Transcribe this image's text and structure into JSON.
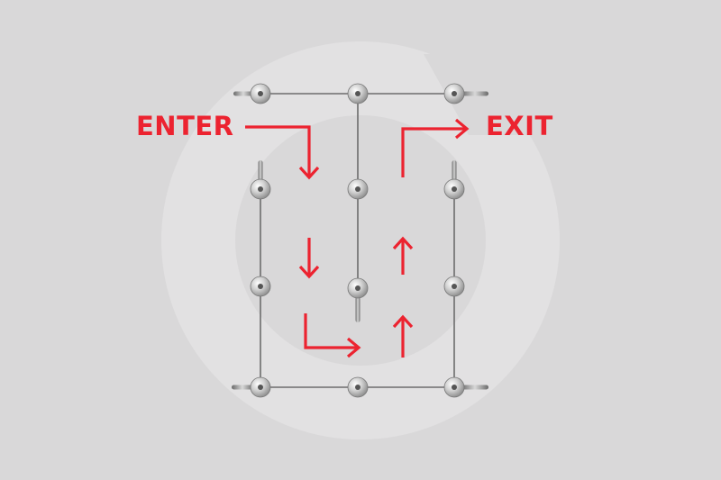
{
  "labels": {
    "enter": "ENTER",
    "exit": "EXIT"
  },
  "colors": {
    "background": "#d9d8d9",
    "ring": "#e2e1e2",
    "arrow": "#ec2330",
    "pin": "#9a9a9a",
    "wire": "#6c6c6c"
  },
  "icons": [
    "pushpin-icon",
    "arrow-icon"
  ],
  "pins": [
    "top-left",
    "top-center",
    "top-right",
    "mid-left",
    "mid-center",
    "mid-right",
    "low-left",
    "low-center",
    "low-right",
    "bottom-left",
    "bottom-center",
    "bottom-right"
  ],
  "arrows": [
    "enter-right-then-down",
    "down",
    "down-then-right",
    "up-lower",
    "up-upper",
    "up-then-right-to-exit"
  ]
}
